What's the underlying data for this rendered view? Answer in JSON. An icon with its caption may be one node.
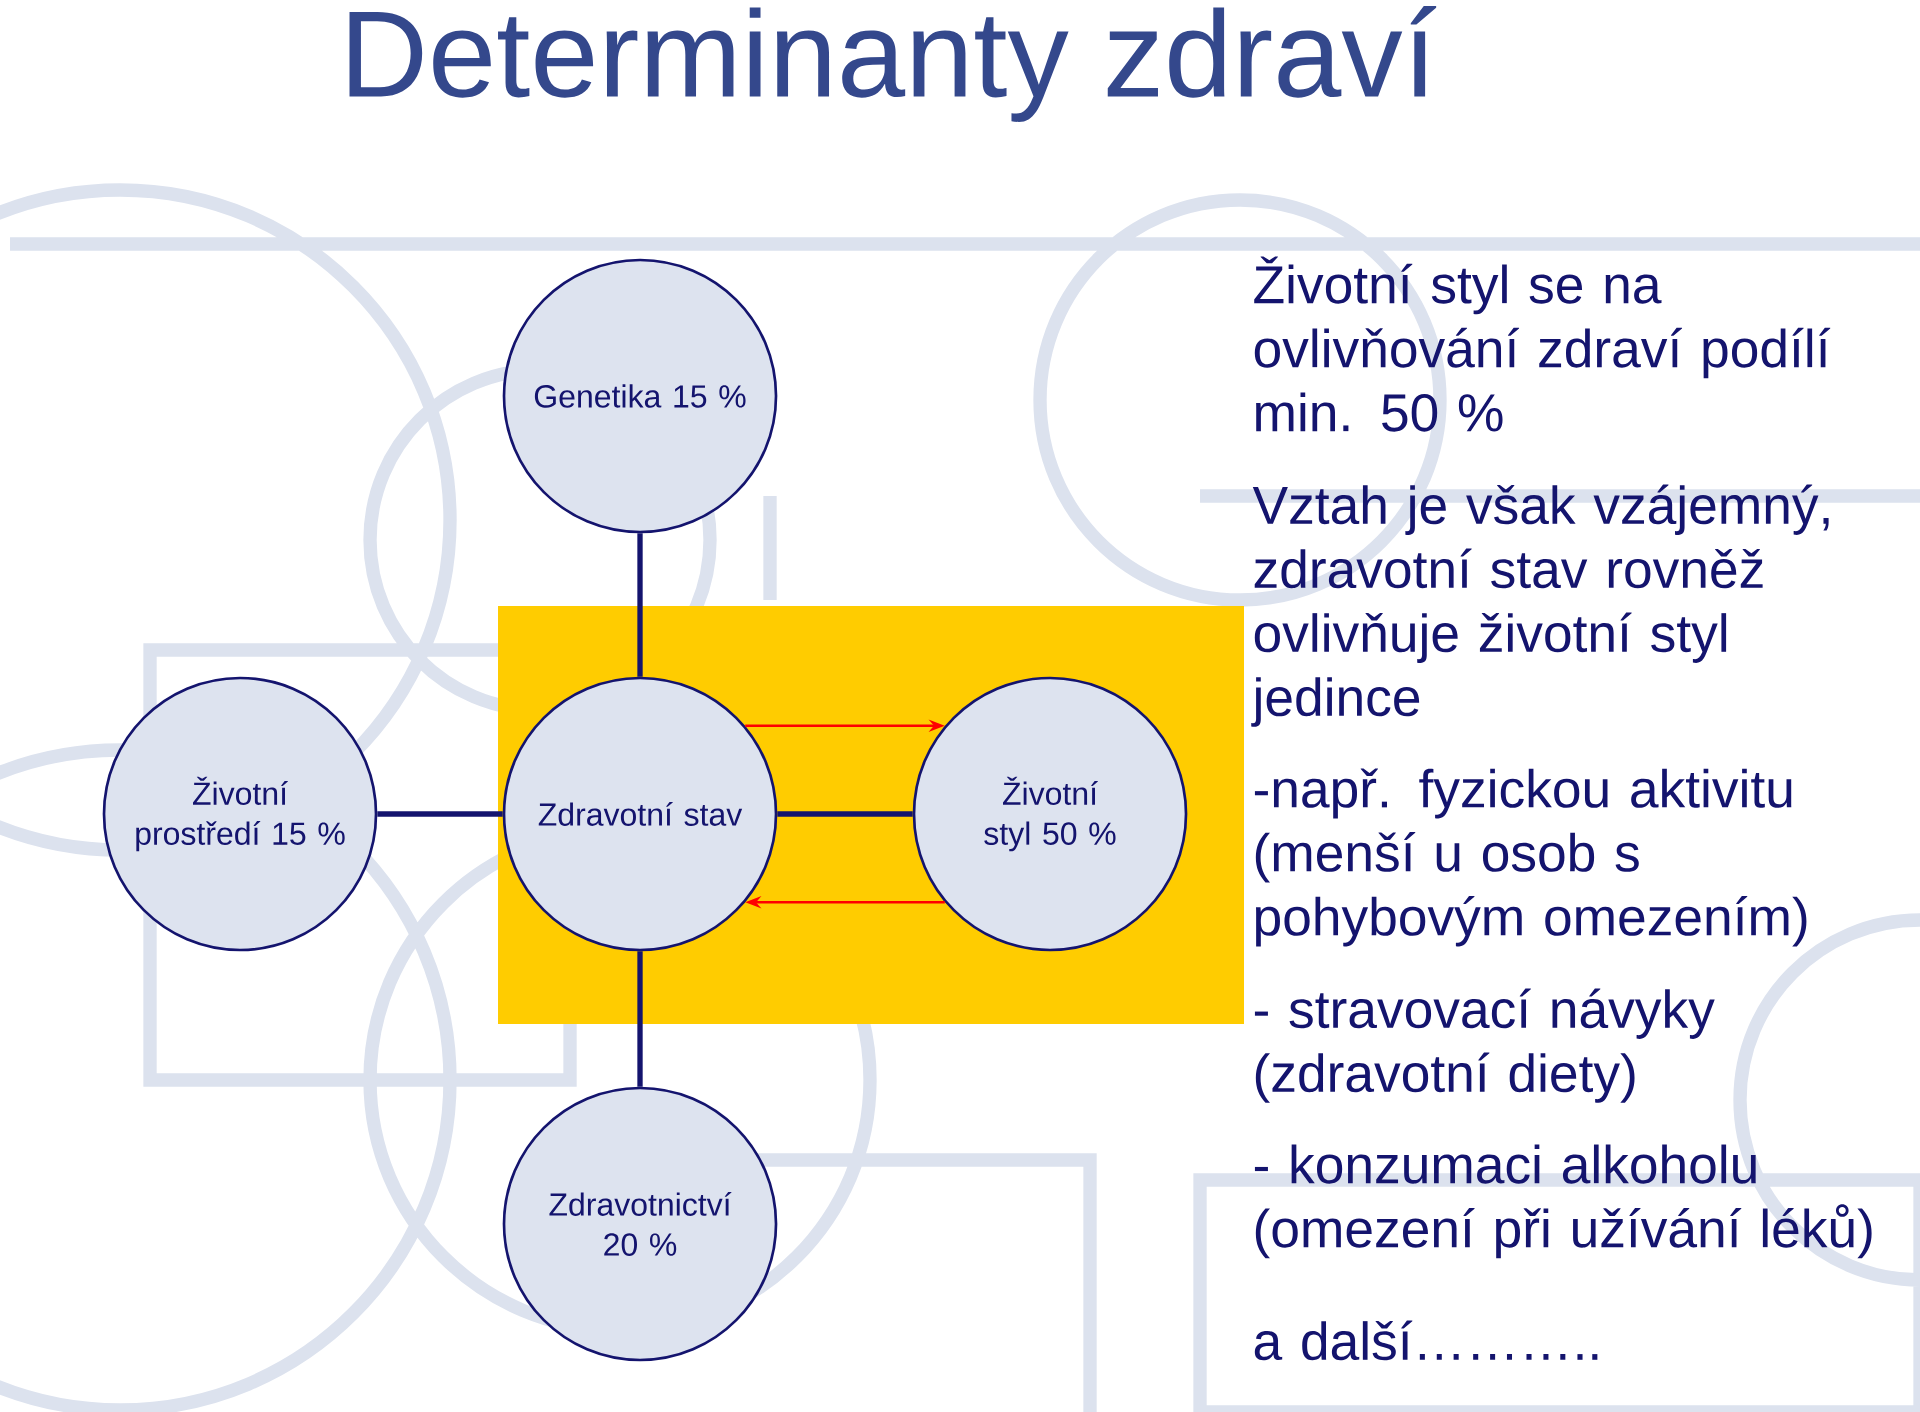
{
  "diagram": {
    "title": "Determinanty zdraví",
    "nodes": [
      {
        "text": [
          "Genetika 15 %"
        ]
      },
      {
        "text": [
          "Životní prostředí 15 %"
        ]
      },
      {
        "text": [
          "Zdravotní stav"
        ]
      },
      {
        "text": [
          "Životní styl 50 %"
        ]
      },
      {
        "text": [
          "Zdravotnictví 20 %"
        ]
      }
    ],
    "edges": [
      {
        "from": 0,
        "to": 2,
        "arrow": "none"
      },
      {
        "from": 1,
        "to": 2,
        "arrow": "none"
      },
      {
        "from": 2,
        "to": 3,
        "arrow": "none"
      },
      {
        "from": 2,
        "to": 3,
        "arrow": "to",
        "color": "#ff0000"
      },
      {
        "from": 3,
        "to": 2,
        "arrow": "to",
        "color": "#ff0000"
      },
      {
        "from": 2,
        "to": 4,
        "arrow": "none"
      }
    ],
    "labels": [
      "Životní styl se na ovlivňování zdraví podílí min. 50 %",
      "Vztah je však vzájemný, zdravotní stav rovněž ovlivňuje životní styl jedince",
      "-např. fyzickou aktivitu (menší u osob s pohybovým omezením)",
      "- stravovací návyky (zdravotní diety)",
      "- konzumaci alkoholu (omezení při užívání léků)",
      "a další……….."
    ]
  }
}
